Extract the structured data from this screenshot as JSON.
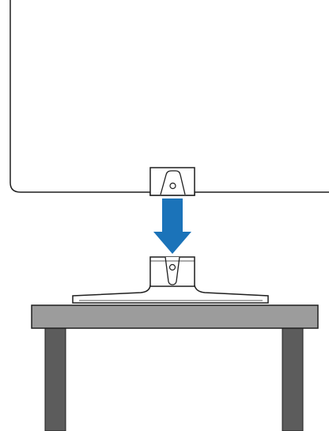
{
  "diagram": {
    "kind": "monitor-attach-to-stand illustration",
    "has_text": false,
    "colors": {
      "background": "#ffffff",
      "outline": "#1f1f1f",
      "arrow": "#1b73b9",
      "tabletop": "#9c9c9c",
      "table_legs": "#5c5c5c",
      "monitor_fill": "#ffffff"
    },
    "parts": [
      "monitor-panel",
      "monitor-mount-bracket",
      "attach-direction-arrow",
      "stand-neck",
      "stand-base",
      "table"
    ]
  }
}
